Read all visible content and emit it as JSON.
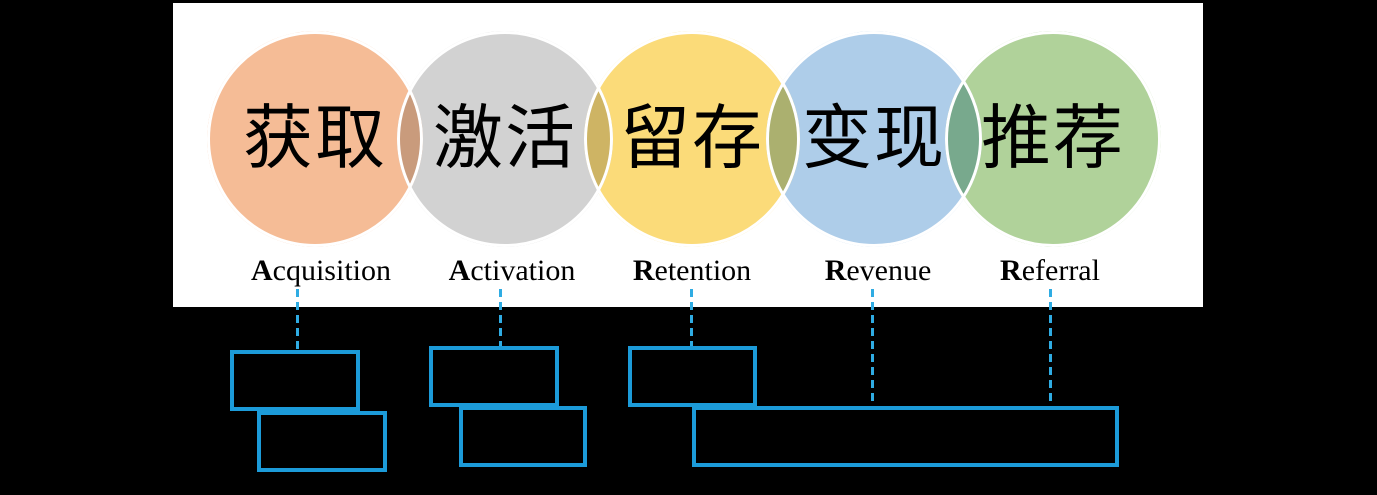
{
  "colors": {
    "page_bg": "#000000",
    "panel_bg": "#ffffff",
    "circle_ring": "#ffffff",
    "text_color": "#000000",
    "box_border": "#1C9BD9",
    "dash_line": "#2FACE3"
  },
  "funnel": {
    "framework": "AARRR",
    "stages": [
      {
        "id": "acquisition",
        "label_cn": "获取",
        "label_en": "Acquisition",
        "en_initial": "A",
        "en_rest": "cquisition",
        "circle_color": "#F5BC96"
      },
      {
        "id": "activation",
        "label_cn": "激活",
        "label_en": "Activation",
        "en_initial": "A",
        "en_rest": "ctivation",
        "circle_color": "#D2D2D2"
      },
      {
        "id": "retention",
        "label_cn": "留存",
        "label_en": "Retention",
        "en_initial": "R",
        "en_rest": "etention",
        "circle_color": "#FBDB79"
      },
      {
        "id": "revenue",
        "label_cn": "变现",
        "label_en": "Revenue",
        "en_initial": "R",
        "en_rest": "evenue",
        "circle_color": "#AECDE9"
      },
      {
        "id": "referral",
        "label_cn": "推荐",
        "label_en": "Referral",
        "en_initial": "R",
        "en_rest": "eferral",
        "circle_color": "#B0D29A"
      }
    ]
  },
  "annotation_boxes": [
    {
      "id": "acquisition-box-upper",
      "text": ""
    },
    {
      "id": "acquisition-box-lower",
      "text": ""
    },
    {
      "id": "activation-box-upper",
      "text": ""
    },
    {
      "id": "activation-box-lower",
      "text": ""
    },
    {
      "id": "retention-box",
      "text": ""
    },
    {
      "id": "revenue-referral-wide-box",
      "text": ""
    }
  ]
}
